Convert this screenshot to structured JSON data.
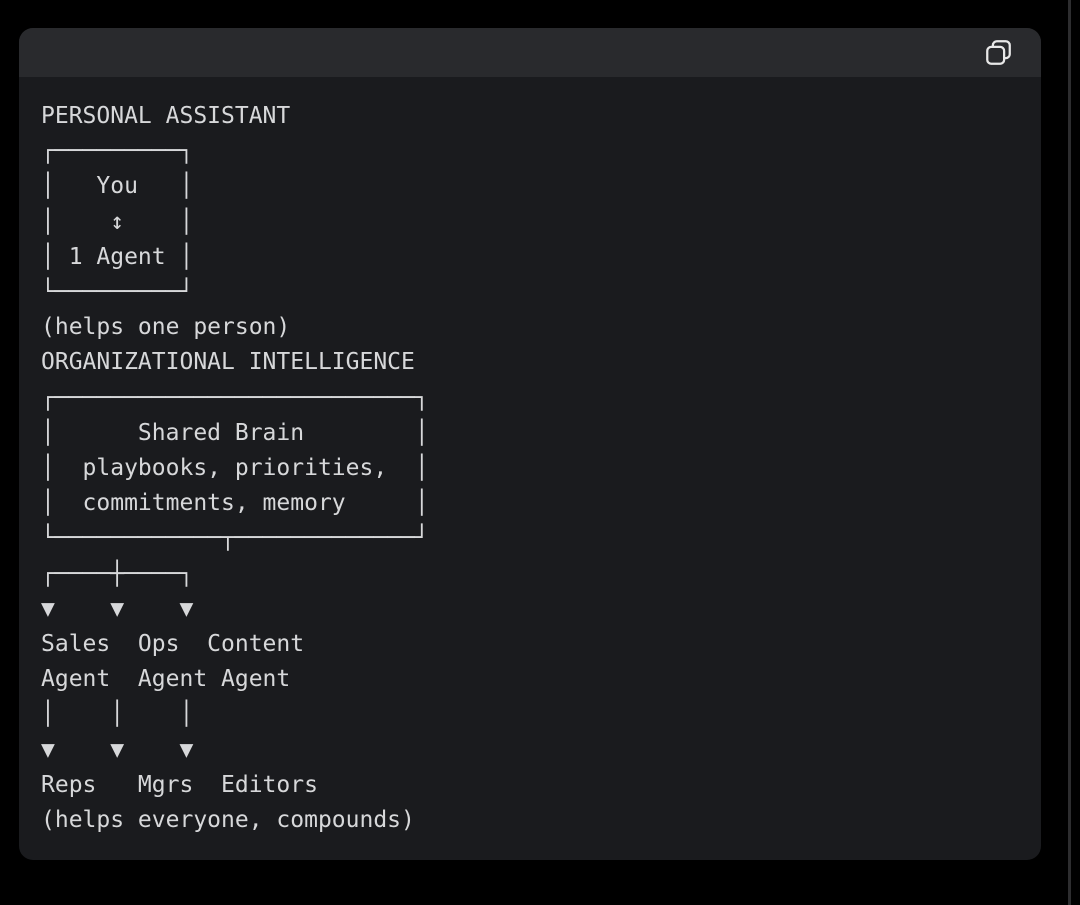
{
  "code_block": {
    "lines": [
      "PERSONAL ASSISTANT",
      "┌─────────┐",
      "│   You   │",
      "│    ↕    │",
      "│ 1 Agent │",
      "└─────────┘",
      "(helps one person)",
      "ORGANIZATIONAL INTELLIGENCE",
      "┌──────────────────────────┐",
      "│      Shared Brain        │",
      "│  playbooks, priorities,  │",
      "│  commitments, memory     │",
      "└────────────┬─────────────┘",
      "┌────┼────┐",
      "▼    ▼    ▼",
      "Sales  Ops  Content",
      "Agent  Agent Agent",
      "│    │    │",
      "▼    ▼    ▼",
      "Reps   Mgrs  Editors",
      "(helps everyone, compounds)"
    ],
    "sections": {
      "personal_assistant_title": "PERSONAL ASSISTANT",
      "personal_assistant_caption": "(helps one person)",
      "organizational_intelligence_title": "ORGANIZATIONAL INTELLIGENCE",
      "organizational_intelligence_caption": "(helps everyone, compounds)"
    },
    "icons": {
      "copy": "copy-icon"
    }
  },
  "colors": {
    "page_bg": "#000000",
    "card_bg": "#1a1b1e",
    "header_bg": "#292a2d",
    "divider": "#2d2d2f",
    "text_color": "#d7d8da",
    "icon_color": "#e8e8e8"
  }
}
